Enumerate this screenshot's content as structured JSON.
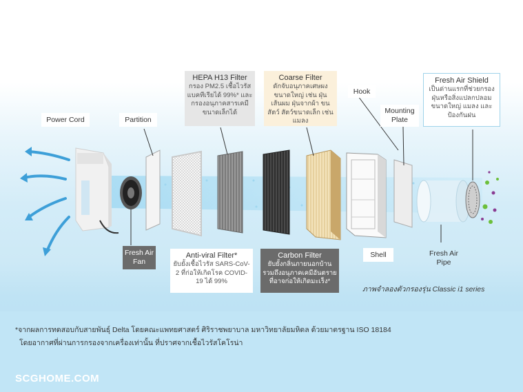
{
  "labels": {
    "power_cord": "Power Cord",
    "partition": "Partition",
    "fresh_air_fan": "Fresh Air Fan",
    "hepa": {
      "title": "HEPA H13 Filter",
      "desc": "กรอง PM2.5 เชื้อไวรัส แบคทีเรียได้ 99%* และกรองอนุภาคสารเคมีขนาดเล็กได้"
    },
    "anti_viral": {
      "title": "Anti-viral Filter*",
      "desc": "ยับยั้งเชื้อไวรัส SARS-CoV-2 ที่ก่อให้เกิดโรค COVID-19 ได้ 99%"
    },
    "coarse": {
      "title": "Coarse Filter",
      "desc": "ดักจับอนุภาคเศษผงขนาดใหญ่ เช่น ฝุ่น เส้นผม ฝุ่นจากผ้า ขนสัตว์ สัตว์ขนาดเล็ก เช่น แมลง"
    },
    "carbon": {
      "title": "Carbon Filter",
      "desc": "ยับยั้งกลิ่นภายนอกบ้าน รวมถึงอนุภาคเคมีอันตรายที่อาจก่อให้เกิดมะเร็ง*"
    },
    "hook": "Hook",
    "mounting_plate": "Mounting Plate",
    "shell": "Shell",
    "fresh_air_shield": {
      "title": "Fresh Air Shield",
      "desc": "เป็นด่านแรกที่ช่วยกรองฝุ่นหรือสิ่งแปลกปลอมขนาดใหญ่ แมลง และป้องกันฝน"
    },
    "fresh_air_pipe": "Fresh Air Pipe"
  },
  "caption": "ภาพจำลองตัวกรองรุ่น Classic i1 series",
  "footnote_line1": "*จากผลการทดสอบกับสายพันธุ์ Delta โดยคณะแพทยศาสตร์ ศิริราชพยาบาล มหาวิทยาลัยมหิดล ด้วยมาตรฐาน ISO 18184",
  "footnote_line2": "โดยอากาศที่ผ่านการกรองจากเครื่องเท่านั้น ที่ปราศจากเชื้อไวรัสโคโรน่า",
  "brand": "SCGHOME.COM",
  "colors": {
    "arrow_blue": "#3d9fd8",
    "hepa_box": "#e6e6e6",
    "coarse_box": "#fbf0db",
    "carbon_box": "#6b6b6b",
    "virus_green": "#6cbf3b",
    "virus_purple": "#8a3c92"
  }
}
